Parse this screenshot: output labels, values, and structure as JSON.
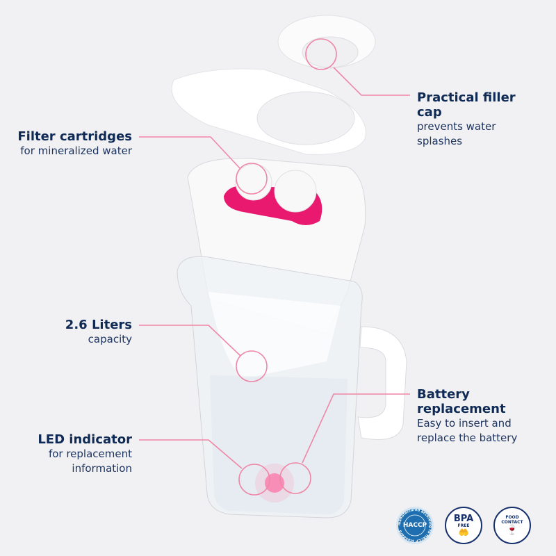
{
  "colors": {
    "background": "#f1f1f3",
    "heading": "#0f2b55",
    "accent_line": "#ef86a6",
    "cartridge": "#e8196e"
  },
  "callouts": {
    "filler_cap": {
      "title_line1": "Practical filler",
      "title_line2": "cap",
      "sub_line1": "prevents water",
      "sub_line2": "splashes"
    },
    "filter": {
      "title": "Filter cartridges",
      "sub": "for mineralized water"
    },
    "capacity": {
      "title": "2.6 Liters",
      "sub": "capacity"
    },
    "battery": {
      "title_line1": "Battery",
      "title_line2": "replacement",
      "sub_line1": "Easy to insert and",
      "sub_line2": "replace the battery"
    },
    "led": {
      "title": "LED indicator",
      "sub_line1": "for replacement",
      "sub_line2": "information"
    }
  },
  "badges": {
    "haccp": {
      "label": "HACCP",
      "ring_text": "manufactured according to HACCP standard",
      "icon": "haccp-seal"
    },
    "bpa": {
      "label": "BPA",
      "sub": "FREE",
      "icon": "hands-icon"
    },
    "food": {
      "label_line1": "FOOD",
      "label_line2": "CONTACT",
      "icon": "glass-fork-icon"
    }
  }
}
